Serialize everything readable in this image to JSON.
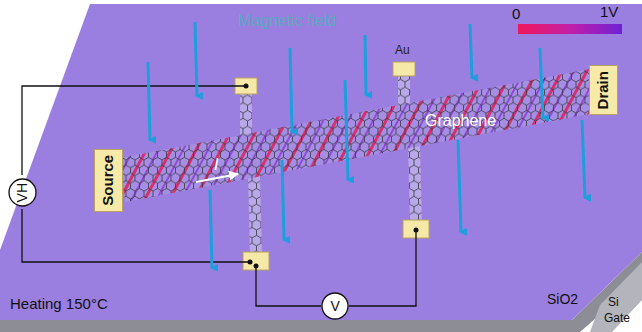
{
  "diagram": {
    "nodes": [
      {
        "text": [
          "Source"
        ]
      },
      {
        "text": [
          "Drain"
        ]
      },
      {
        "text": [
          "VH"
        ]
      },
      {
        "text": [
          "V"
        ]
      }
    ],
    "labels": [
      "Magnetic field",
      "0",
      "1V",
      "Au",
      "Graphene",
      "I",
      "SiO2",
      "Si",
      "Gate",
      "Heating 150°C"
    ]
  }
}
